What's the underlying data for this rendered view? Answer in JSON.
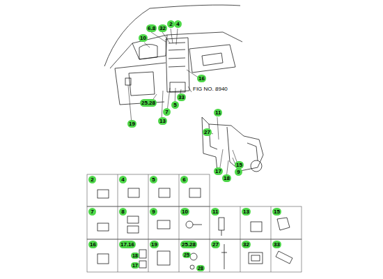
{
  "diagram": {
    "labels": [
      "6.8",
      "32",
      "2",
      "4",
      "10",
      "16",
      "FIG NO. 8940",
      "33",
      "25.28",
      "5",
      "7",
      "13",
      "19",
      "11",
      "27",
      "15",
      "17",
      "9",
      "18",
      "2",
      "4",
      "5",
      "6",
      "7",
      "8",
      "9",
      "10",
      "11",
      "13",
      "15",
      "16",
      "17.16",
      "18",
      "17",
      "19",
      "25.28",
      "25",
      "28",
      "27",
      "32",
      "33"
    ]
  }
}
